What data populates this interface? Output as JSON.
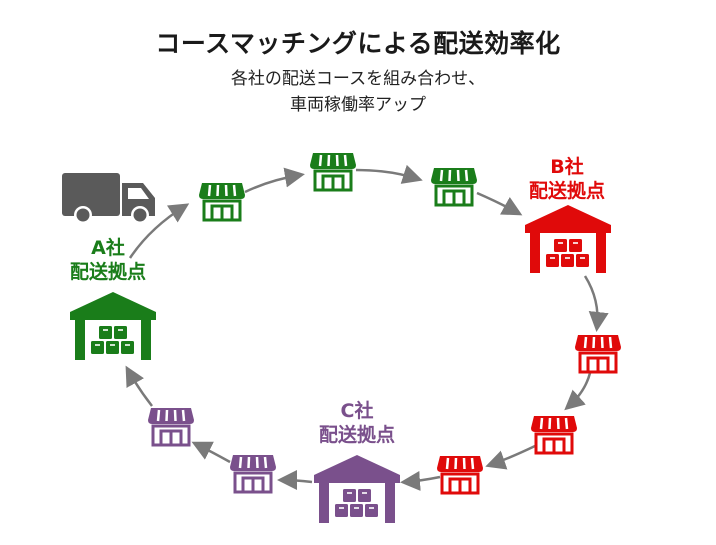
{
  "header": {
    "title": "コースマッチングによる配送効率化",
    "subtitle_line1": "各社の配送コースを組み合わせ、",
    "subtitle_line2": "車両稼働率アップ"
  },
  "colors": {
    "company_a": "#1a7d1a",
    "company_b": "#e00a0a",
    "company_c": "#7a508c",
    "arrow": "#7a7a7a",
    "truck": "#5a5a5a"
  },
  "bases": [
    {
      "id": "a",
      "company": "A社",
      "label": "配送拠点"
    },
    {
      "id": "b",
      "company": "B社",
      "label": "配送拠点"
    },
    {
      "id": "c",
      "company": "C社",
      "label": "配送拠点"
    }
  ],
  "icons": {
    "truck": "truck-icon",
    "warehouse": "warehouse-icon",
    "shop": "shop-icon",
    "arrow": "arrow-icon"
  },
  "route": {
    "sequence": [
      "A社 配送拠点",
      "shop-a1",
      "shop-a2",
      "shop-a3",
      "B社 配送拠点",
      "shop-b1",
      "shop-b2",
      "shop-b3",
      "C社 配送拠点",
      "shop-c1",
      "shop-c2",
      "A社 配送拠点"
    ],
    "direction": "clockwise"
  }
}
